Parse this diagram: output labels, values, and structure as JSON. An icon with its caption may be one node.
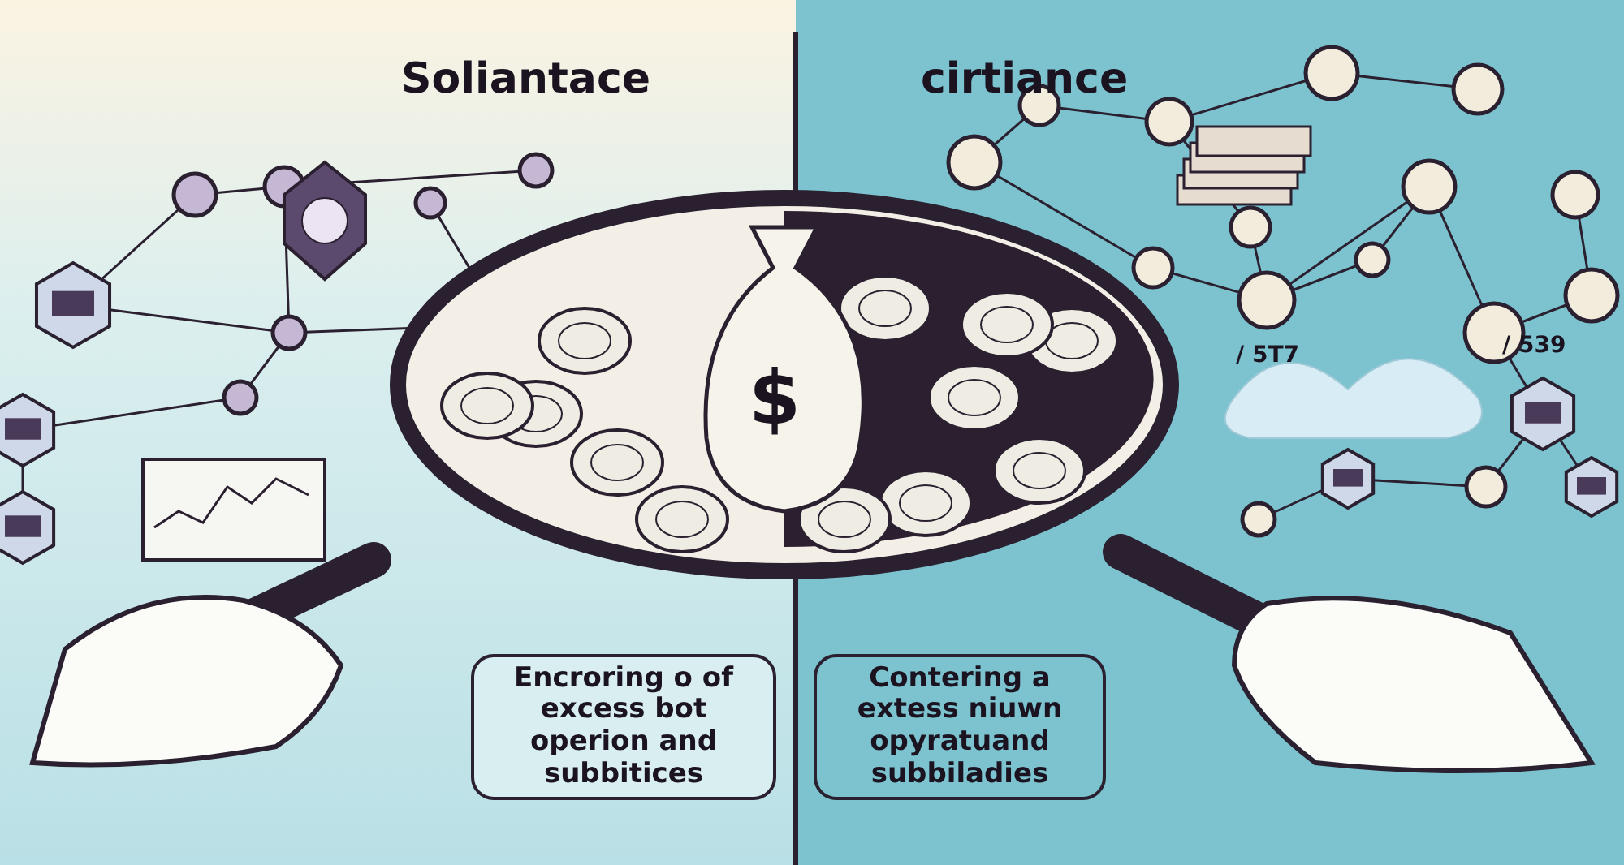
{
  "diagram": {
    "nodes": [
      {
        "text": [
          "Encroring o of excess bot operion and subbitices"
        ]
      },
      {
        "text": [
          "Contering a extess niuwn opyratuand subbiladies"
        ]
      }
    ],
    "labels": [
      "Soliantace",
      "cirtiance",
      "$",
      "/ 5T7",
      "/ 539"
    ]
  }
}
